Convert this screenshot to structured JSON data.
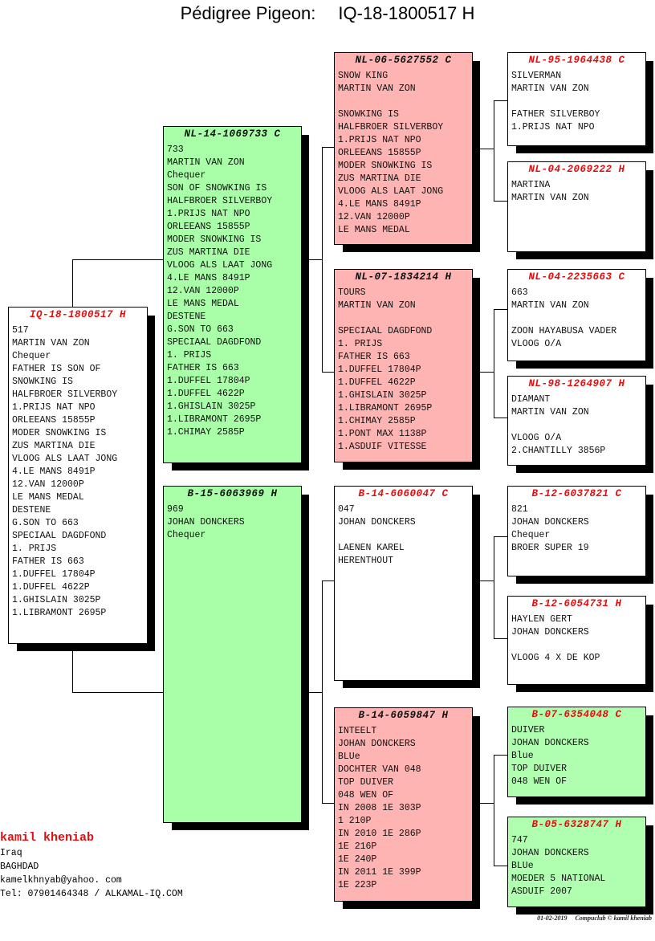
{
  "title": {
    "label": "Pédigree Pigeon:",
    "ring": "IQ-18-1800517 H"
  },
  "boxes": [
    {
      "ring": "IQ-18-1800517 H",
      "lines": [
        "517",
        "MARTIN VAN ZON",
        "Chequer",
        "FATHER IS SON OF",
        "SNOWKING IS",
        "HALFBROER SILVERBOY",
        "1.PRIJS NAT NPO",
        "ORLEEANS 15855P",
        "MODER SNOWKING IS",
        "ZUS MARTINA DIE",
        "VLOOG ALS LAAT JONG",
        "4.LE MANS 8491P",
        "12.VAN 12000P",
        "LE MANS MEDAL",
        "DESTENE",
        "G.SON TO 663",
        "SPECIAAL DAGDFOND",
        "1. PRIJS",
        "FATHER IS 663",
        "1.DUFFEL 17804P",
        "1.DUFFEL 4622P",
        "1.GHISLAIN 3025P",
        "1.LIBRAMONT 2695P"
      ]
    },
    {
      "ring": "NL-14-1069733 C",
      "lines": [
        "733",
        "MARTIN VAN ZON",
        "Chequer",
        "SON OF SNOWKING IS",
        "HALFBROER SILVERBOY",
        "1.PRIJS NAT NPO",
        "ORLEEANS 15855P",
        "MODER SNOWKING IS",
        "ZUS MARTINA DIE",
        "VLOOG ALS LAAT JONG",
        "4.LE MANS 8491P",
        "12.VAN 12000P",
        "LE MANS MEDAL",
        "DESTENE",
        "G.SON TO 663",
        "SPECIAAL DAGDFOND",
        "1. PRIJS",
        "FATHER IS 663",
        "1.DUFFEL 17804P",
        "1.DUFFEL 4622P",
        "1.GHISLAIN 3025P",
        "1.LIBRAMONT 2695P",
        "1.CHIMAY 2585P"
      ]
    },
    {
      "ring": "B-15-6063969 H",
      "lines": [
        "969",
        "JOHAN DONCKERS",
        "Chequer"
      ]
    },
    {
      "ring": "NL-06-5627552 C",
      "lines": [
        "SNOW KING",
        "MARTIN VAN ZON",
        "",
        "SNOWKING IS",
        "HALFBROER SILVERBOY",
        "1.PRIJS NAT NPO",
        "ORLEEANS 15855P",
        "MODER SNOWKING IS",
        "ZUS MARTINA DIE",
        "VLOOG ALS LAAT JONG",
        "4.LE MANS 8491P",
        "12.VAN 12000P",
        "LE MANS MEDAL"
      ]
    },
    {
      "ring": "NL-07-1834214 H",
      "lines": [
        "TOURS",
        "MARTIN VAN ZON",
        "",
        "SPECIAAL DAGDFOND",
        "1. PRIJS",
        "FATHER IS 663",
        "1.DUFFEL 17804P",
        "1.DUFFEL 4622P",
        "1.GHISLAIN 3025P",
        "1.LIBRAMONT 2695P",
        "1.CHIMAY 2585P",
        "1.PONT MAX 1138P",
        "1.ASDUIF VITESSE"
      ]
    },
    {
      "ring": "B-14-6060047 C",
      "lines": [
        "047",
        "JOHAN DONCKERS",
        "",
        "LAENEN KAREL",
        "HERENTHOUT"
      ]
    },
    {
      "ring": "B-14-6059847 H",
      "lines": [
        "INTEELT",
        "JOHAN DONCKERS",
        "BLUe",
        "DOCHTER VAN 048",
        "TOP DUIVER",
        "048 WEN OF",
        "IN 2008 1E 303P",
        "1 210P",
        "IN 2010 1E 286P",
        "1E 216P",
        "1E 240P",
        "IN 2011 1E 399P",
        "1E 223P"
      ]
    },
    {
      "ring": "NL-95-1964438 C",
      "lines": [
        "SILVERMAN",
        "MARTIN VAN ZON",
        "",
        "FATHER SILVERBOY",
        "1.PRIJS NAT NPO"
      ]
    },
    {
      "ring": "NL-04-2069222 H",
      "lines": [
        "MARTINA",
        "MARTIN VAN ZON"
      ]
    },
    {
      "ring": "NL-04-2235663 C",
      "lines": [
        "663",
        "MARTIN VAN ZON",
        "",
        "ZOON HAYABUSA VADER",
        "VLOOG O/A"
      ]
    },
    {
      "ring": "NL-98-1264907 H",
      "lines": [
        "DIAMANT",
        "MARTIN VAN ZON",
        "",
        "VLOOG O/A",
        "2.CHANTILLY 3856P"
      ]
    },
    {
      "ring": "B-12-6037821 C",
      "lines": [
        "821",
        "JOHAN DONCKERS",
        "Chequer",
        "BROER SUPER 19"
      ]
    },
    {
      "ring": "B-12-6054731 H",
      "lines": [
        "HAYLEN GERT",
        "JOHAN DONCKERS",
        "",
        "VLOOG 4 X DE KOP"
      ]
    },
    {
      "ring": "B-07-6354048 C",
      "lines": [
        "DUIVER",
        "JOHAN DONCKERS",
        "Blue",
        "TOP DUIVER",
        "048 WEN OF"
      ]
    },
    {
      "ring": "B-05-6328747 H",
      "lines": [
        "747",
        "JOHAN DONCKERS",
        "BLUe",
        "MOEDER 5 NATIONAL",
        "ASDUIF 2007"
      ]
    }
  ],
  "owner": {
    "name": "kamil kheniab",
    "country": "Iraq",
    "city": "BAGHDAD",
    "email": "kamelkhnyab@yahoo. com",
    "tel": "Tel: 07901464348 / ALKAMAL-IQ.COM"
  },
  "footer": {
    "date": "01-02-2019",
    "credit": "Compuclub © kamil kheniab"
  },
  "colors": {
    "ring_red": "#e01010",
    "green": "#a8ffa8",
    "pink": "#ffb4b4"
  }
}
